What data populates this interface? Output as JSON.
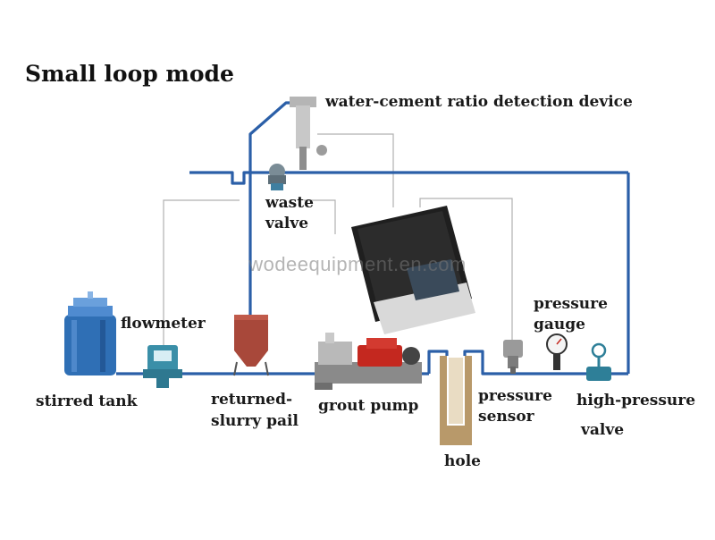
{
  "title": "Small loop mode",
  "watermark": "wodeequipment.en.com",
  "labels": {
    "wcr_device": "water-cement ratio detection device",
    "waste_valve_1": "waste",
    "waste_valve_2": "valve",
    "flowmeter": "flowmeter",
    "pressure_gauge_1": "pressure",
    "pressure_gauge_2": "gauge",
    "stirred_tank": "stirred tank",
    "returned_pail_1": "returned-",
    "returned_pail_2": "slurry pail",
    "grout_pump": "grout pump",
    "pressure_sensor_1": "pressure",
    "pressure_sensor_2": "sensor",
    "hp_valve_1": "high-pressure",
    "hp_valve_2": "valve",
    "hole": "hole"
  },
  "colors": {
    "pipe": "#2b5fa8",
    "signal_wire": "#b0b0b0",
    "tank": "#2f6fb5",
    "pail": "#a8483a",
    "pump_red": "#c4281f",
    "case": "#1f1f1f",
    "hole_fill": "#b8996a"
  }
}
